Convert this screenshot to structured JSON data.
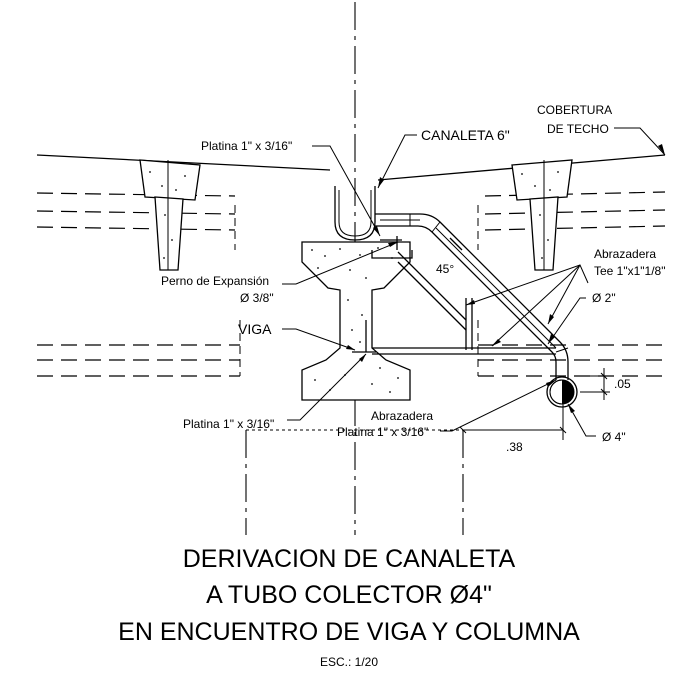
{
  "labels": {
    "cobertura_line1": "COBERTURA",
    "cobertura_line2": "DE TECHO",
    "canaleta": "CANALETA 6\"",
    "platina_top": "Platina 1\" x 3/16\"",
    "perno_line1": "Perno de Expansión",
    "perno_line2": "Ø 3/8\"",
    "viga": "VIGA",
    "angle": "45°",
    "abrazadera_tee_line1": "Abrazadera",
    "abrazadera_tee_line2": "Tee 1\"x1\"1/8\"",
    "diam_2": "Ø 2\"",
    "dim_05": ".05",
    "platina_bottom": "Platina 1\" x 3/16\"",
    "abrazadera_bottom_line1": "Abrazadera",
    "abrazadera_bottom_line2": "Platina 1\" x 3/16\"",
    "dim_38": ".38",
    "diam_4": "Ø 4\""
  },
  "title": {
    "line1": "DERIVACION DE CANALETA",
    "line2": "A TUBO COLECTOR Ø4\"",
    "line3": "EN ENCUENTRO DE VIGA Y COLUMNA",
    "scale": "ESC.: 1/20"
  }
}
